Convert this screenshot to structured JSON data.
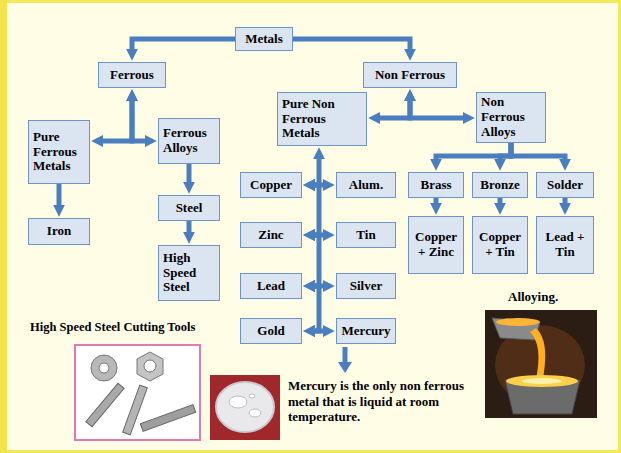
{
  "diagram": {
    "nodes": [
      {
        "text": [
          "Metals"
        ]
      },
      {
        "text": [
          "Ferrous"
        ]
      },
      {
        "text": [
          "Non Ferrous"
        ]
      },
      {
        "text": [
          "Pure Ferrous Metals"
        ]
      },
      {
        "text": [
          "Ferrous Alloys"
        ]
      },
      {
        "text": [
          "Pure Non Ferrous Metals"
        ]
      },
      {
        "text": [
          "Non Ferrous Alloys"
        ]
      },
      {
        "text": [
          "Iron"
        ]
      },
      {
        "text": [
          "Steel"
        ]
      },
      {
        "text": [
          "High Speed Steel"
        ]
      },
      {
        "text": [
          "Copper"
        ]
      },
      {
        "text": [
          "Alum."
        ]
      },
      {
        "text": [
          "Brass"
        ]
      },
      {
        "text": [
          "Bronze"
        ]
      },
      {
        "text": [
          "Solder"
        ]
      },
      {
        "text": [
          "Zinc"
        ]
      },
      {
        "text": [
          "Tin"
        ]
      },
      {
        "text": [
          "Copper + Zinc"
        ]
      },
      {
        "text": [
          "Copper + Tin"
        ]
      },
      {
        "text": [
          "Lead + Tin"
        ]
      },
      {
        "text": [
          "Lead"
        ]
      },
      {
        "text": [
          "Silver"
        ]
      },
      {
        "text": [
          "Gold"
        ]
      },
      {
        "text": [
          "Mercury"
        ]
      }
    ],
    "edges": [
      {
        "from": 0,
        "to": 1,
        "arrow": "to"
      },
      {
        "from": 0,
        "to": 2,
        "arrow": "to"
      },
      {
        "from": 1,
        "to": 3,
        "arrow": "both"
      },
      {
        "from": 1,
        "to": 4,
        "arrow": "both"
      },
      {
        "from": 2,
        "to": 5,
        "arrow": "both"
      },
      {
        "from": 2,
        "to": 6,
        "arrow": "both"
      },
      {
        "from": 3,
        "to": 7,
        "arrow": "to"
      },
      {
        "from": 4,
        "to": 8,
        "arrow": "to"
      },
      {
        "from": 8,
        "to": 9,
        "arrow": "to"
      },
      {
        "from": 6,
        "to": 12,
        "arrow": "to"
      },
      {
        "from": 6,
        "to": 13,
        "arrow": "to"
      },
      {
        "from": 6,
        "to": 14,
        "arrow": "to"
      },
      {
        "from": 12,
        "to": 17,
        "arrow": "to"
      },
      {
        "from": 13,
        "to": 18,
        "arrow": "to"
      },
      {
        "from": 14,
        "to": 19,
        "arrow": "to"
      },
      {
        "from": 10,
        "to": 11,
        "arrow": "both"
      },
      {
        "from": 15,
        "to": 16,
        "arrow": "both"
      },
      {
        "from": 20,
        "to": 21,
        "arrow": "both"
      },
      {
        "from": 22,
        "to": 23,
        "arrow": "both"
      },
      {
        "from": 5,
        "to": 10,
        "arrow": "both"
      },
      {
        "from": 10,
        "to": 15,
        "arrow": "both"
      },
      {
        "from": 15,
        "to": 20,
        "arrow": "both"
      },
      {
        "from": 20,
        "to": 22,
        "arrow": "both"
      }
    ],
    "labels": [
      "High Speed Steel Cutting Tools",
      "Mercury is the only non ferrous metal that is liquid at room temperature.",
      "Alloying."
    ]
  }
}
